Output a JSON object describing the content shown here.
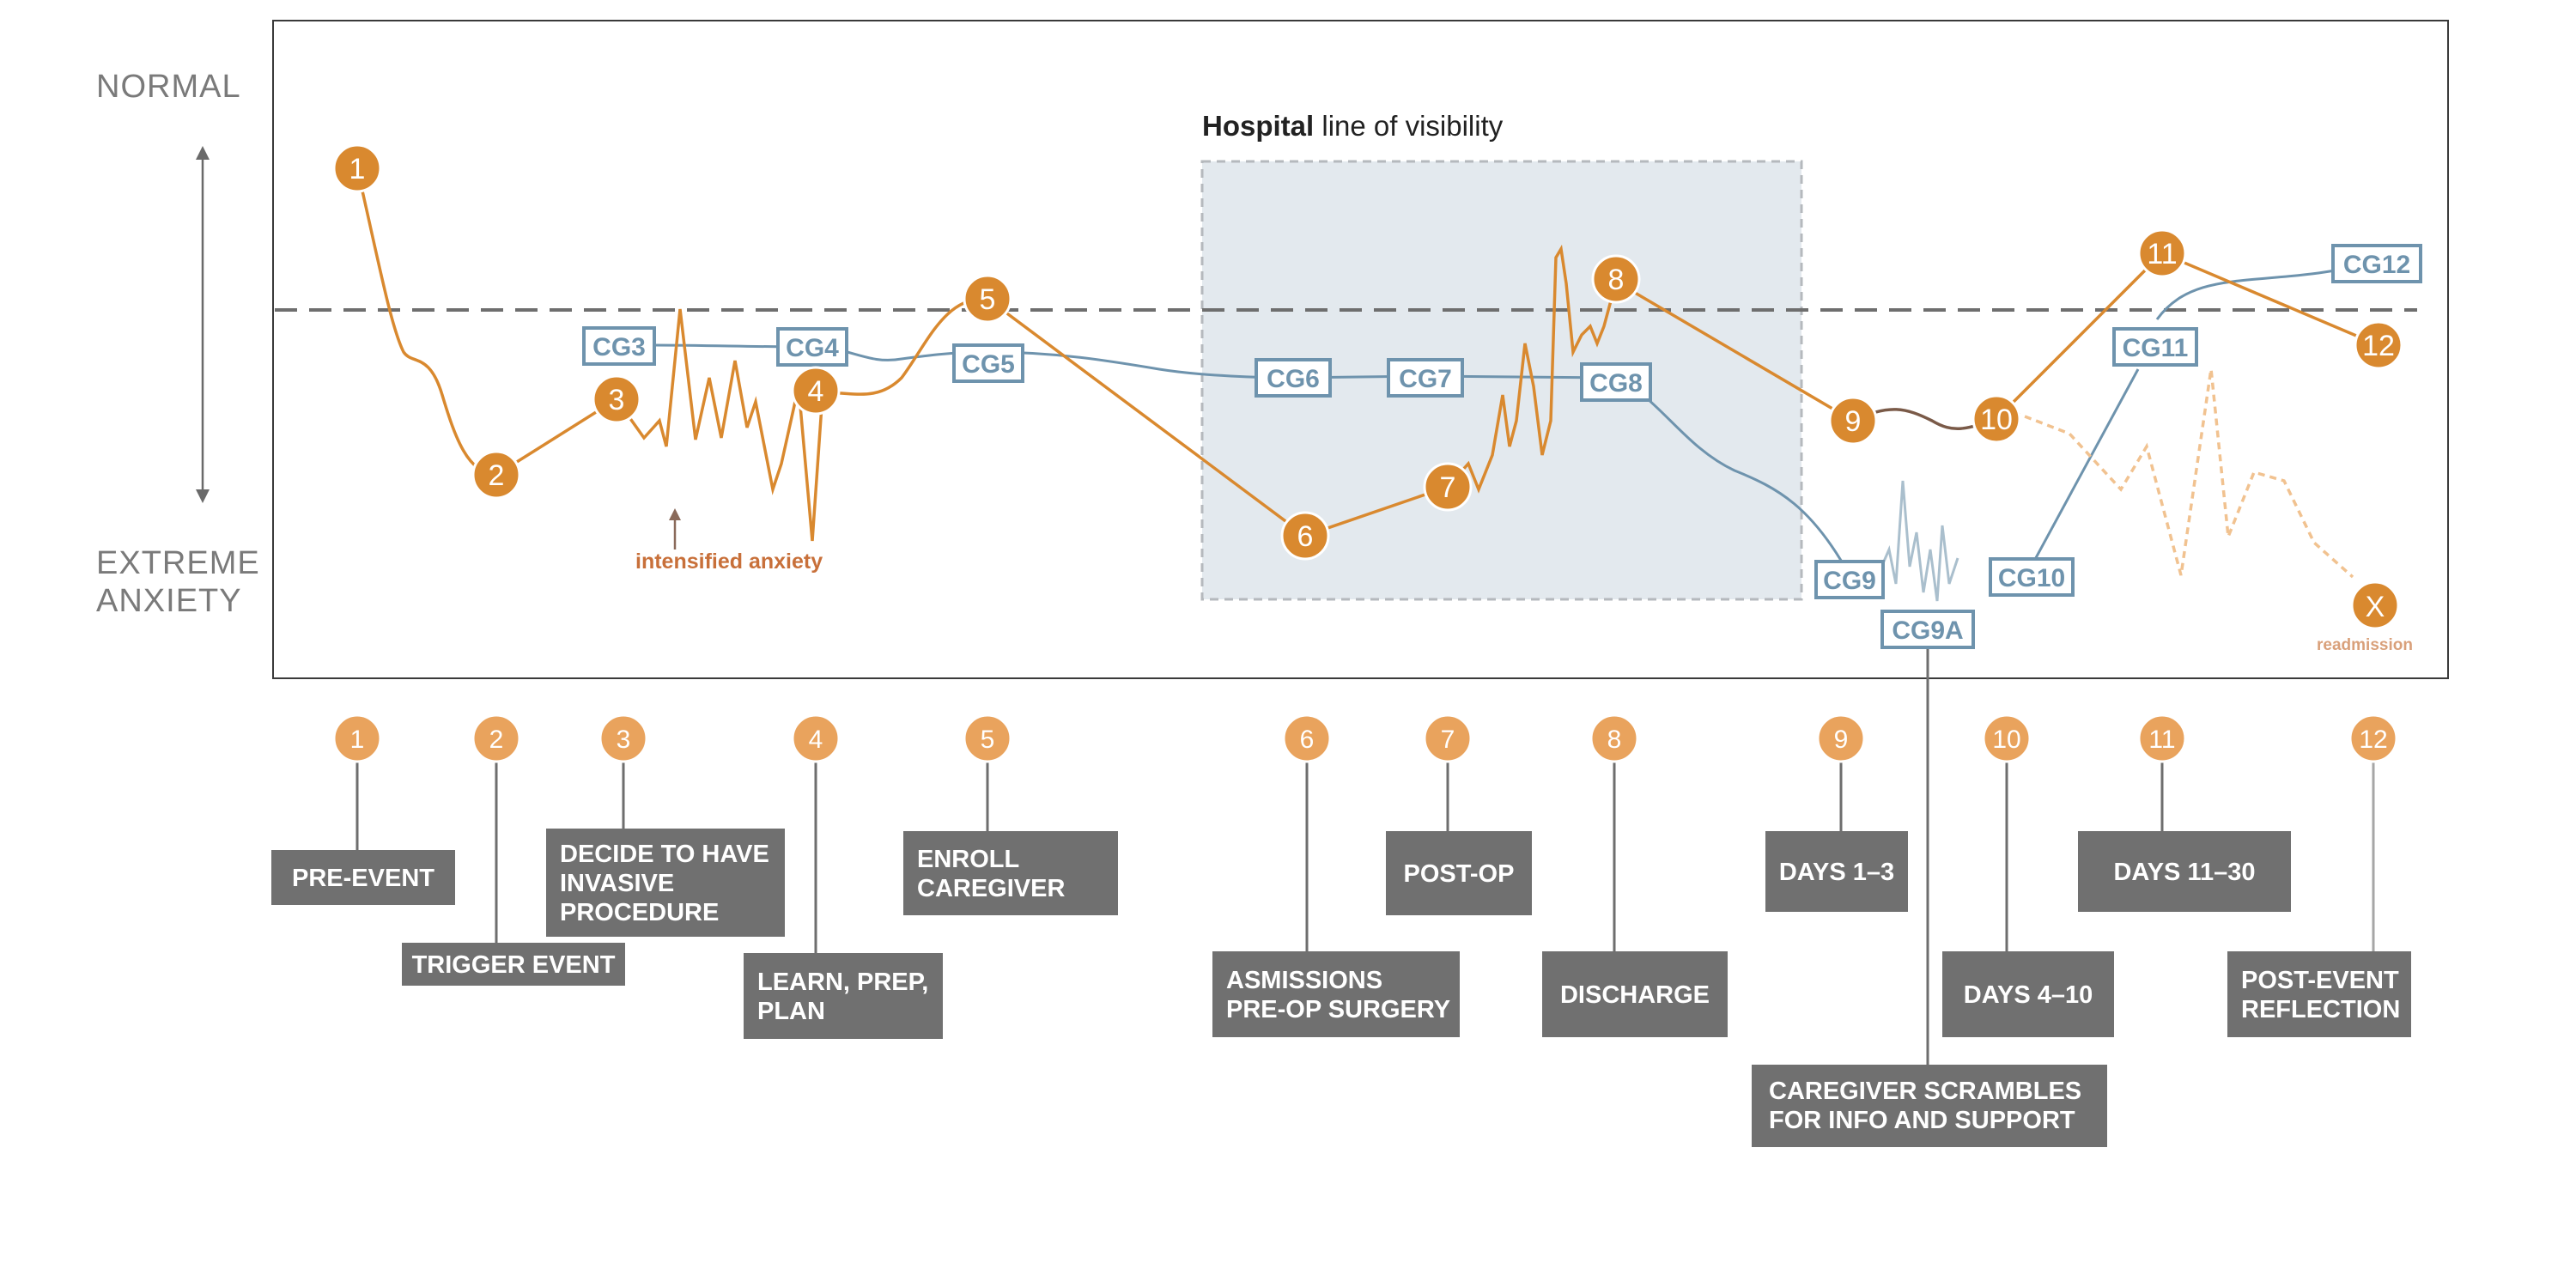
{
  "axis": {
    "top_label": "NORMAL",
    "bottom_label_line1": "EXTREME",
    "bottom_label_line2": "ANXIETY"
  },
  "hospital": {
    "bold": "Hospital",
    "rest": " line of visibility"
  },
  "annotations": {
    "intensified": "intensified anxiety",
    "readmission": "readmission",
    "x_marker": "X"
  },
  "patient_nodes": [
    "1",
    "2",
    "3",
    "4",
    "5",
    "6",
    "7",
    "8",
    "9",
    "10",
    "11",
    "12"
  ],
  "caregiver_nodes": [
    "CG3",
    "CG4",
    "CG5",
    "CG6",
    "CG7",
    "CG8",
    "CG9",
    "CG9A",
    "CG10",
    "CG11",
    "CG12"
  ],
  "bottom_numbers": [
    "1",
    "2",
    "3",
    "4",
    "5",
    "6",
    "7",
    "8",
    "9",
    "10",
    "11",
    "12"
  ],
  "stages": [
    {
      "line1": "PRE-EVENT",
      "line2": "",
      "line3": ""
    },
    {
      "line1": "TRIGGER EVENT",
      "line2": "",
      "line3": ""
    },
    {
      "line1": "DECIDE TO HAVE",
      "line2": "INVASIVE",
      "line3": "PROCEDURE"
    },
    {
      "line1": "LEARN, PREP,",
      "line2": "PLAN",
      "line3": ""
    },
    {
      "line1": "ENROLL",
      "line2": "CAREGIVER",
      "line3": ""
    },
    {
      "line1": "ASMISSIONS",
      "line2": "PRE-OP SURGERY",
      "line3": ""
    },
    {
      "line1": "POST-OP",
      "line2": "",
      "line3": ""
    },
    {
      "line1": "DISCHARGE",
      "line2": "",
      "line3": ""
    },
    {
      "line1": "DAYS 1–3",
      "line2": "",
      "line3": ""
    },
    {
      "line1": "DAYS 4–10",
      "line2": "",
      "line3": ""
    },
    {
      "line1": "DAYS 11–30",
      "line2": "",
      "line3": ""
    },
    {
      "line1": "POST-EVENT",
      "line2": "REFLECTION",
      "line3": ""
    }
  ],
  "caregiver_stage": {
    "line1": "CAREGIVER SCRAMBLES",
    "line2": "FOR INFO AND SUPPORT"
  },
  "colors": {
    "patient": "#d9892f",
    "patient_light": "#e9a35d",
    "patient_dotted": "#f1c290",
    "caregiver": "#6e93ad",
    "caregiver_light": "#aabfcd",
    "hospital_zone": "#e3e9ee",
    "label_box": "#707070",
    "frame": "#3a3a3a",
    "annotation": "#c8703a"
  }
}
